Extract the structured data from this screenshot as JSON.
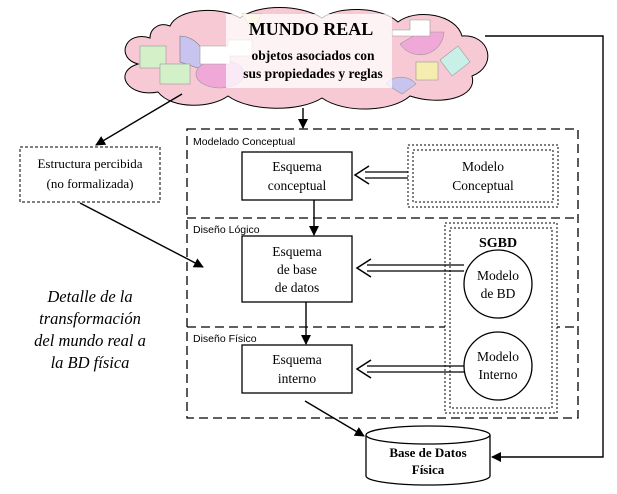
{
  "real_world": {
    "title": "MUNDO REAL",
    "subtitle_line1": "objetos asociados con",
    "subtitle_line2": "sus propiedades y reglas"
  },
  "perceived": {
    "line1": "Estructura percibida",
    "line2": "(no formalizada)"
  },
  "caption": {
    "line1": "Detalle de la",
    "line2": "transformación",
    "line3": "del mundo real a",
    "line4": "la BD física"
  },
  "sections": {
    "conceptual": "Modelado Conceptual",
    "logical": "Diseño Lógico",
    "physical": "Diseño Físico"
  },
  "schemas": {
    "conceptual_line1": "Esquema",
    "conceptual_line2": "conceptual",
    "database_line1": "Esquema",
    "database_line2": "de base",
    "database_line3": "de datos",
    "internal_line1": "Esquema",
    "internal_line2": "interno"
  },
  "models": {
    "conceptual_line1": "Modelo",
    "conceptual_line2": "Conceptual",
    "sgbd_label": "SGBD",
    "bd_line1": "Modelo",
    "bd_line2": "de BD",
    "internal_line1": "Modelo",
    "internal_line2": "Interno"
  },
  "physical_db": {
    "line1": "Base de Datos",
    "line2": "Física"
  },
  "colors": {
    "stroke": "#000000",
    "cloud_fill": "#f7c9d4",
    "shape_blue": "#c9c3f0",
    "shape_pink": "#f0a8d8",
    "shape_green": "#d4f0c9",
    "shape_yellow": "#f5ecb0",
    "shape_teal": "#c9f0e8"
  }
}
